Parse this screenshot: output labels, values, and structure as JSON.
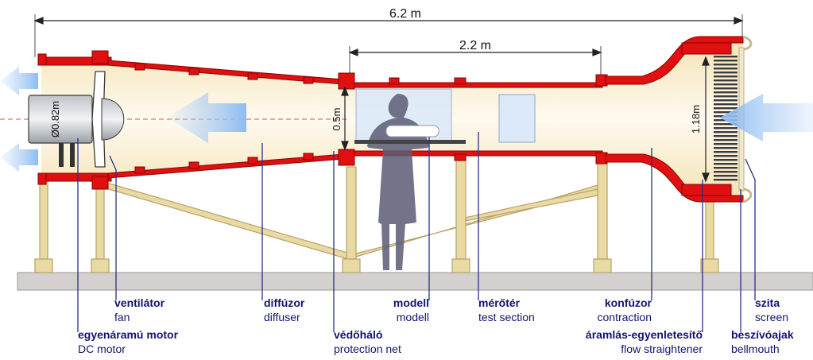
{
  "dimensions": {
    "total_length": "6.2 m",
    "test_section_length": "2.2 m",
    "fan_diameter": "Ø0.82m",
    "test_height": "0.5m",
    "inlet_height": "1.18m"
  },
  "labels": {
    "fan": {
      "hu": "ventilátor",
      "en": "fan"
    },
    "motor": {
      "hu": "egyenáramú motor",
      "en": "DC motor"
    },
    "diffuser": {
      "hu": "diffúzor",
      "en": "diffuser"
    },
    "net": {
      "hu": "védőháló",
      "en": "protection net"
    },
    "model": {
      "hu": "modell",
      "en": "modell"
    },
    "test_section": {
      "hu": "mérőtér",
      "en": "test section"
    },
    "contraction": {
      "hu": "konfúzor",
      "en": "contraction"
    },
    "straightener": {
      "hu": "áramlás-egyenletesítő",
      "en": "flow straightener"
    },
    "screen": {
      "hu": "szita",
      "en": "screen"
    },
    "bellmouth": {
      "hu": "beszívóajak",
      "en": "bellmouth"
    }
  },
  "colors": {
    "wall": "#e01010",
    "interior": "#f7e9c4",
    "support": "#e9d9a3",
    "support_edge": "#b9a26a",
    "arrow": "#9fc4f2",
    "label_text": "#13136e",
    "person": "#5a5c75"
  }
}
